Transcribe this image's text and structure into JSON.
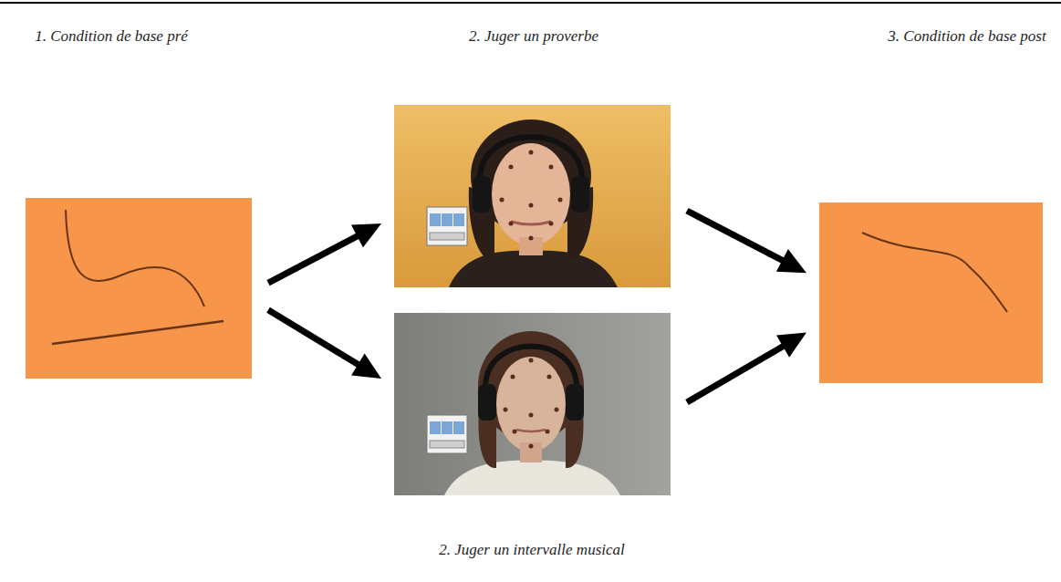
{
  "diagram": {
    "nodes": [
      {
        "text": [
          "1. Condition de base pré"
        ]
      },
      {
        "text": [
          "2. Juger un proverbe"
        ]
      },
      {
        "text": [
          "2. Juger un intervalle musical"
        ]
      },
      {
        "text": [
          "3. Condition de base post"
        ]
      }
    ],
    "edges": [
      {
        "from": 0,
        "to": 1,
        "arrow": "to"
      },
      {
        "from": 0,
        "to": 2,
        "arrow": "to"
      },
      {
        "from": 1,
        "to": 3,
        "arrow": "to"
      },
      {
        "from": 2,
        "to": 3,
        "arrow": "to"
      }
    ]
  }
}
